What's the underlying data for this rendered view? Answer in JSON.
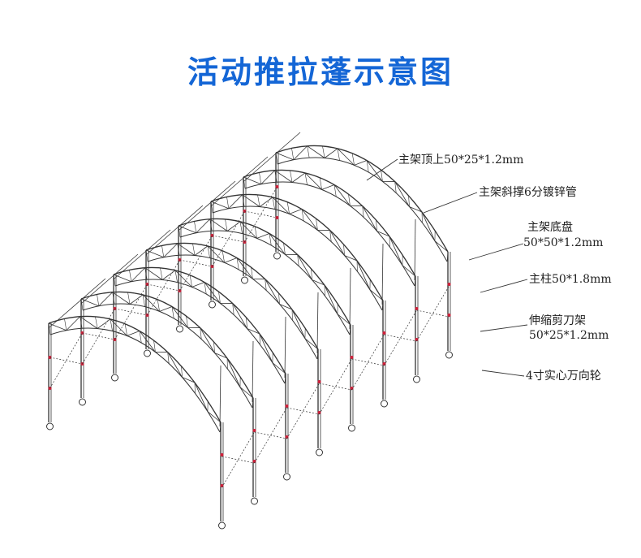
{
  "title": "活动推拉蓬示意图",
  "labels": {
    "top_beam": "主架顶上50*25*1.2mm",
    "diagonal_brace": "主架斜撑6分镀锌管",
    "base_line1": "主架底盘",
    "base_line2": "50*50*1.2mm",
    "column": "主柱50*1.8mm",
    "scissor_line1": "伸缩剪刀架",
    "scissor_line2": "50*25*1.2mm",
    "wheel": "4寸实心万向轮"
  },
  "frame_count": 8,
  "colors": {
    "title": "#1466d6",
    "line": "#333333",
    "joint": "#d0203a"
  }
}
